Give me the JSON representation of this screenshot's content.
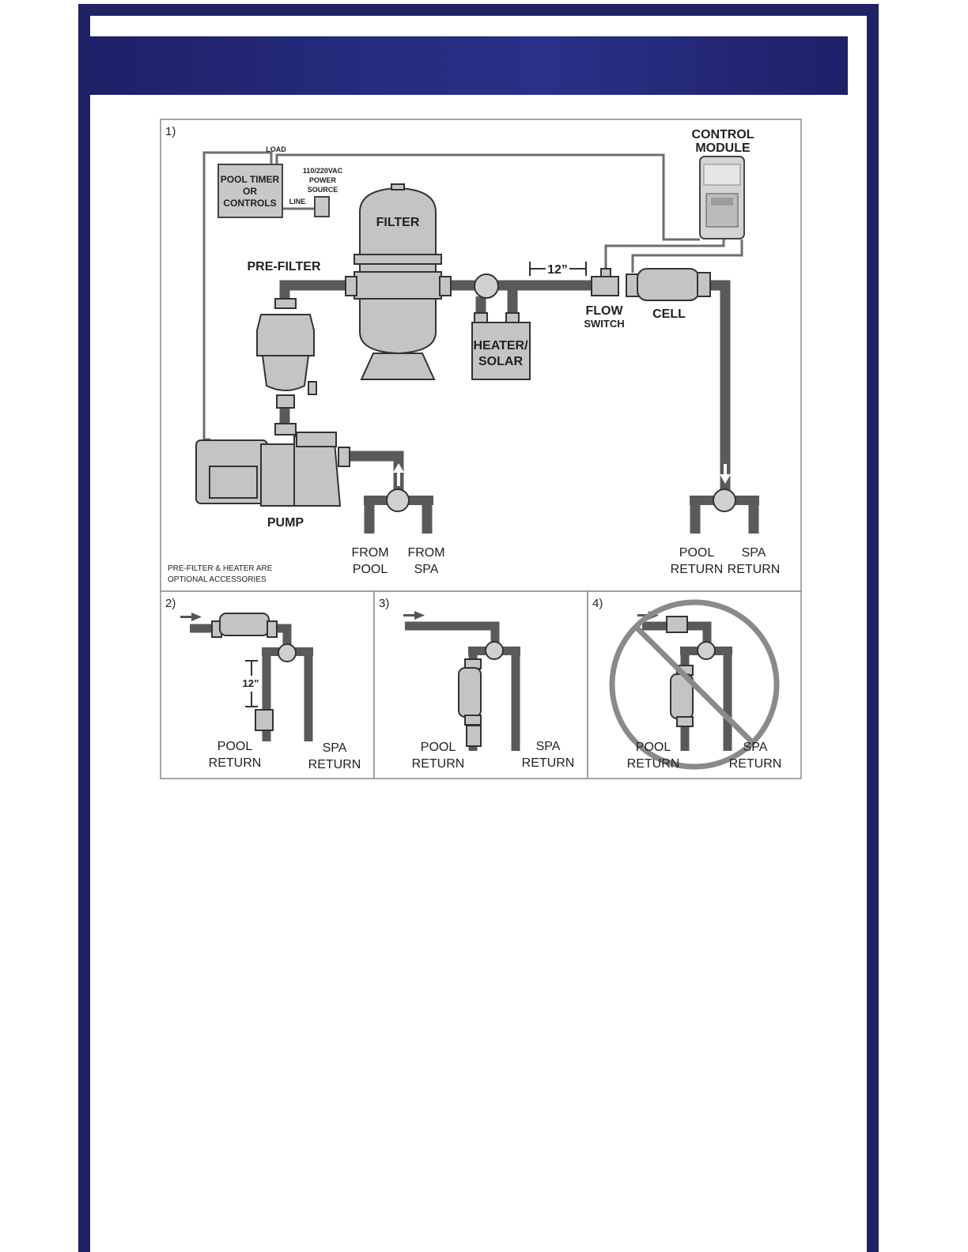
{
  "colors": {
    "frame": "#1f2266",
    "banner": "#272c80",
    "pipe": "#5a5a5a",
    "equipment": "#c4c4c4",
    "panel_border": "#8a8a8a"
  },
  "panel1": {
    "number": "1)",
    "control_module": [
      "CONTROL",
      "MODULE"
    ],
    "load": "LOAD",
    "pool_timer": [
      "POOL TIMER",
      "OR",
      "CONTROLS"
    ],
    "power_source": [
      "110/220VAC",
      "POWER",
      "SOURCE"
    ],
    "line": "LINE",
    "filter": "FILTER",
    "pre_filter": "PRE-FILTER",
    "twelve": "12”",
    "flow_switch": [
      "FLOW",
      "SWITCH"
    ],
    "cell": "CELL",
    "heater": [
      "HEATER/",
      "SOLAR"
    ],
    "pump": "PUMP",
    "from_pool": [
      "FROM",
      "POOL"
    ],
    "from_spa": [
      "FROM",
      "SPA"
    ],
    "pool_return": [
      "POOL",
      "RETURN"
    ],
    "spa_return": [
      "SPA",
      "RETURN"
    ],
    "note": [
      "PRE-FILTER & HEATER ARE",
      "OPTIONAL ACCESSORIES"
    ]
  },
  "panel2": {
    "number": "2)",
    "twelve": "12”",
    "pool_return": [
      "POOL",
      "RETURN"
    ],
    "spa_return": [
      "SPA",
      "RETURN"
    ]
  },
  "panel3": {
    "number": "3)",
    "pool_return": [
      "POOL",
      "RETURN"
    ],
    "spa_return": [
      "SPA",
      "RETURN"
    ]
  },
  "panel4": {
    "number": "4)",
    "pool_return": [
      "POOL",
      "RETURN"
    ],
    "spa_return": [
      "SPA",
      "RETURN"
    ]
  }
}
